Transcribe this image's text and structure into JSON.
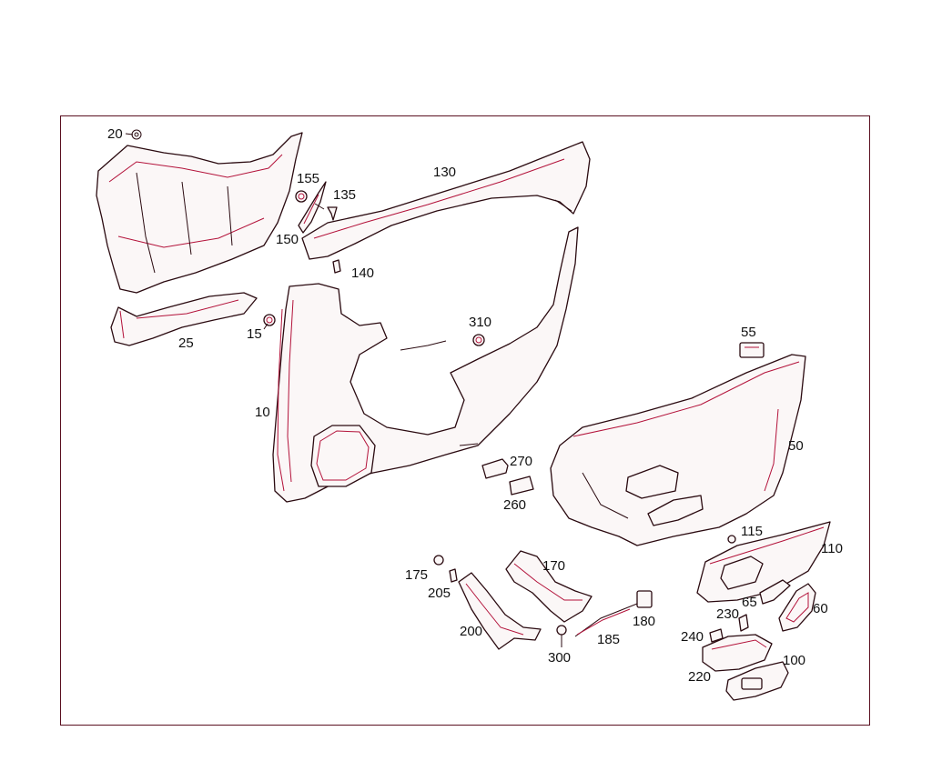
{
  "colors": {
    "outline": "#2a0a10",
    "accent": "#b3123a",
    "border": "#5a1020",
    "background": "#ffffff"
  },
  "callouts": [
    {
      "id": "c20",
      "text": "20"
    },
    {
      "id": "c155",
      "text": "155"
    },
    {
      "id": "c135",
      "text": "135"
    },
    {
      "id": "c130",
      "text": "130"
    },
    {
      "id": "c150",
      "text": "150"
    },
    {
      "id": "c140",
      "text": "140"
    },
    {
      "id": "c25",
      "text": "25"
    },
    {
      "id": "c15",
      "text": "15"
    },
    {
      "id": "c310",
      "text": "310"
    },
    {
      "id": "c55",
      "text": "55"
    },
    {
      "id": "c10",
      "text": "10"
    },
    {
      "id": "c50",
      "text": "50"
    },
    {
      "id": "c270",
      "text": "270"
    },
    {
      "id": "c260",
      "text": "260"
    },
    {
      "id": "c115",
      "text": "115"
    },
    {
      "id": "c110",
      "text": "110"
    },
    {
      "id": "c175",
      "text": "175"
    },
    {
      "id": "c170",
      "text": "170"
    },
    {
      "id": "c205",
      "text": "205"
    },
    {
      "id": "c65",
      "text": "65"
    },
    {
      "id": "c230",
      "text": "230"
    },
    {
      "id": "c60",
      "text": "60"
    },
    {
      "id": "c180",
      "text": "180"
    },
    {
      "id": "c200",
      "text": "200"
    },
    {
      "id": "c185",
      "text": "185"
    },
    {
      "id": "c240",
      "text": "240"
    },
    {
      "id": "c300",
      "text": "300"
    },
    {
      "id": "c100",
      "text": "100"
    },
    {
      "id": "c220",
      "text": "220"
    }
  ]
}
